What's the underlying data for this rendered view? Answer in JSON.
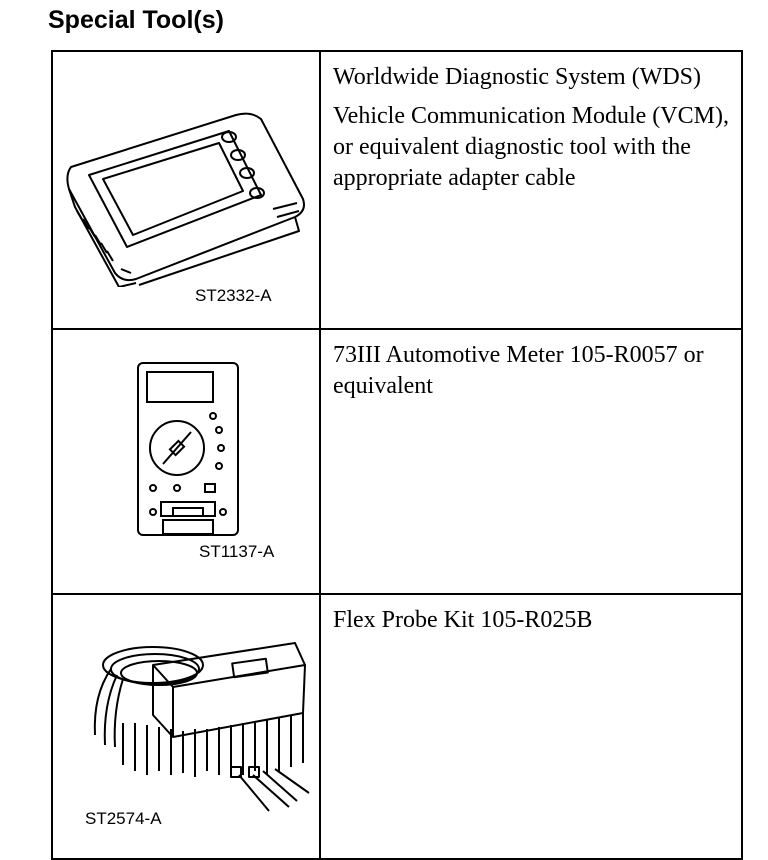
{
  "heading": "Special Tool(s)",
  "tools": [
    {
      "illustration": "wds-handheld-scan-tool",
      "code": "ST2332-A",
      "lines": [
        "Worldwide Diagnostic System (WDS)",
        "Vehicle Communication Module (VCM), or equivalent diagnostic tool with the appropriate adapter cable"
      ]
    },
    {
      "illustration": "digital-multimeter",
      "code": "ST1137-A",
      "lines": [
        "73III Automotive Meter 105-R0057 or equivalent"
      ]
    },
    {
      "illustration": "flex-probe-kit",
      "code": "ST2574-A",
      "lines": [
        "Flex Probe Kit 105-R025B"
      ]
    }
  ]
}
